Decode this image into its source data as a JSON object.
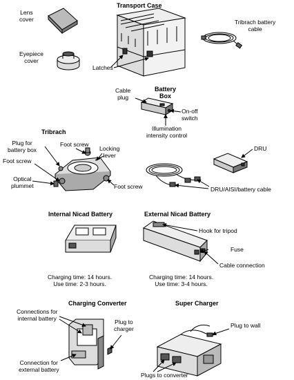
{
  "titles": {
    "transport_case": "Transport Case",
    "battery_box": "Battery\nBox",
    "tribrach": "Tribrach",
    "internal_nicad": "Internal Nicad Battery",
    "external_nicad": "External Nicad Battery",
    "charging_converter": "Charging Converter",
    "super_charger": "Super Charger"
  },
  "labels": {
    "lens_cover": "Lens\ncover",
    "eyepiece_cover": "Eyepiece\ncover",
    "latches": "Latches",
    "tribrach_battery_cable": "Tribrach battery\ncable",
    "cable_plug": "Cable\nplug",
    "on_off_switch": "On-off\nswitch",
    "illumination_control": "Illumination\nintensity control",
    "plug_for_battery_box": "Plug for\nbattery box",
    "foot_screw_top": "Foot screw",
    "locking_lever": "Locking\nlever",
    "foot_screw_left": "Foot screw",
    "optical_plummet": "Optical\nplummet",
    "foot_screw_right": "Foot screw",
    "dru": "DRU",
    "dru_cable": "DRU/AISI/battery cable",
    "hook_for_tripod": "Hook for tripod",
    "fuse": "Fuse",
    "cable_connection": "Cable connection",
    "internal_charging": "Charging time: 14 hours.\nUse time: 2-3 hours.",
    "external_charging": "Charging time: 14 hours.\nUse time: 3-4 hours.",
    "connections_internal": "Connections for\ninternal battery",
    "plug_to_charger": "Plug to\ncharger",
    "connection_external": "Connection for\nexternal battery",
    "plug_to_wall": "Plug to wall",
    "plugs_to_converter": "Plugs to converter"
  }
}
